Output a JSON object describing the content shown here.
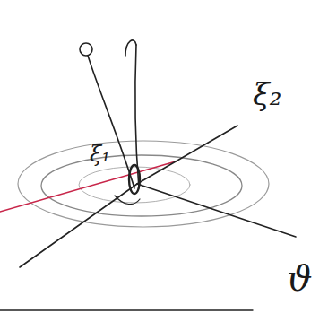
{
  "diagram": {
    "labels": [
      "ξ₁",
      "ξ₂",
      "ϑ"
    ]
  }
}
